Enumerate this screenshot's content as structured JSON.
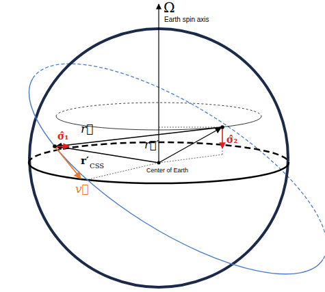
{
  "diagram": {
    "labels": [
      "Ω",
      "Earth spin axis",
      "r⃗",
      "σ̂₁",
      "r′",
      "CSS",
      "r⃗′",
      "σ̂₂",
      "Center of Earth",
      "v⃗"
    ]
  }
}
